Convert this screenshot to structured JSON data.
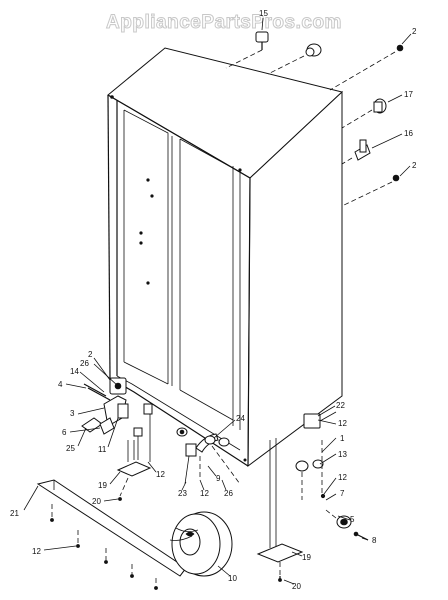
{
  "watermark": "AppliancePartsPros.com",
  "callouts": [
    {
      "id": "c15",
      "text": "15"
    },
    {
      "id": "c2a",
      "text": "2"
    },
    {
      "id": "c17",
      "text": "17"
    },
    {
      "id": "c16",
      "text": "16"
    },
    {
      "id": "c2b",
      "text": "2"
    },
    {
      "id": "c2c",
      "text": "2"
    },
    {
      "id": "c26a",
      "text": "26"
    },
    {
      "id": "c14",
      "text": "14"
    },
    {
      "id": "c4",
      "text": "4"
    },
    {
      "id": "c3",
      "text": "3"
    },
    {
      "id": "c6",
      "text": "6"
    },
    {
      "id": "c25",
      "text": "25"
    },
    {
      "id": "c11",
      "text": "11"
    },
    {
      "id": "c24",
      "text": "24"
    },
    {
      "id": "c22",
      "text": "22"
    },
    {
      "id": "c12a",
      "text": "12"
    },
    {
      "id": "c1",
      "text": "1"
    },
    {
      "id": "c13",
      "text": "13"
    },
    {
      "id": "c12b",
      "text": "12"
    },
    {
      "id": "c7",
      "text": "7"
    },
    {
      "id": "c5",
      "text": "5"
    },
    {
      "id": "c8",
      "text": "8"
    },
    {
      "id": "c19a",
      "text": "19"
    },
    {
      "id": "c12c",
      "text": "12"
    },
    {
      "id": "c23",
      "text": "23"
    },
    {
      "id": "c12d",
      "text": "12"
    },
    {
      "id": "c9",
      "text": "9"
    },
    {
      "id": "c26b",
      "text": "26"
    },
    {
      "id": "c20a",
      "text": "20"
    },
    {
      "id": "c21",
      "text": "21"
    },
    {
      "id": "c12e",
      "text": "12"
    },
    {
      "id": "c10",
      "text": "10"
    },
    {
      "id": "c19b",
      "text": "19"
    },
    {
      "id": "c20b",
      "text": "20"
    }
  ]
}
